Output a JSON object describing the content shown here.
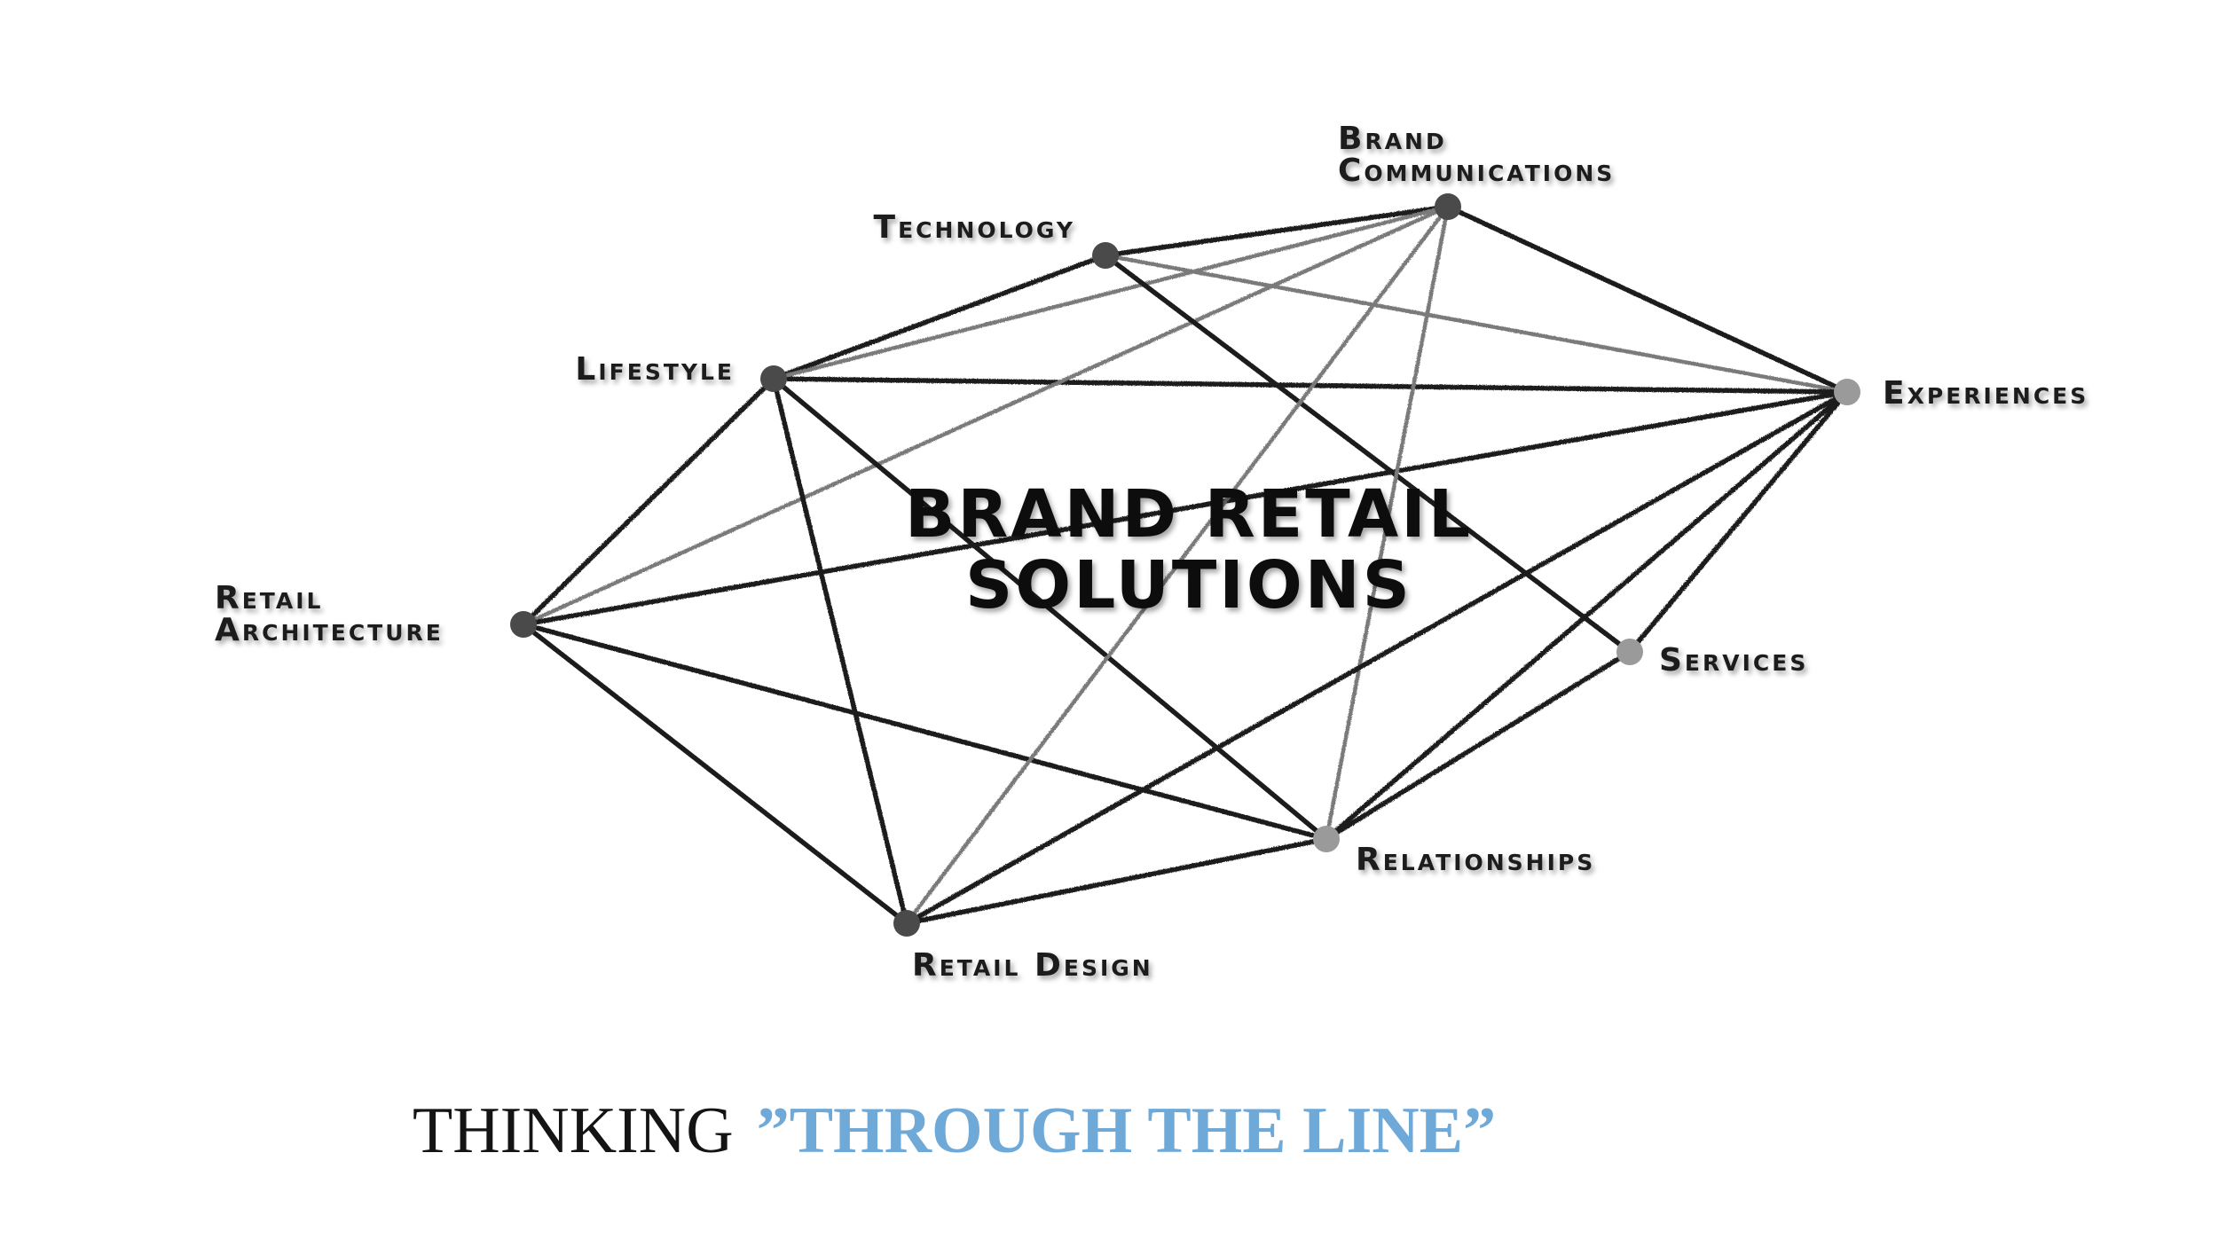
{
  "diagram": {
    "title_lines": [
      "BRAND RETAIL",
      "SOLUTIONS"
    ],
    "nodes": [
      {
        "id": "brand-communications",
        "lines": [
          "Brand",
          "Communications"
        ],
        "tone": "dark"
      },
      {
        "id": "technology",
        "lines": [
          "Technology"
        ],
        "tone": "dark"
      },
      {
        "id": "lifestyle",
        "lines": [
          "Lifestyle"
        ],
        "tone": "dark"
      },
      {
        "id": "experiences",
        "lines": [
          "Experiences"
        ],
        "tone": "light"
      },
      {
        "id": "retail-architecture",
        "lines": [
          "Retail",
          "Architecture"
        ],
        "tone": "dark"
      },
      {
        "id": "services",
        "lines": [
          "Services"
        ],
        "tone": "light"
      },
      {
        "id": "relationships",
        "lines": [
          "Relationships"
        ],
        "tone": "light"
      },
      {
        "id": "retail-design",
        "lines": [
          "Retail Design"
        ],
        "tone": "dark"
      }
    ],
    "edges": [
      [
        "technology",
        "brand-communications",
        "dark"
      ],
      [
        "brand-communications",
        "experiences",
        "dark"
      ],
      [
        "technology",
        "experiences",
        "gray"
      ],
      [
        "lifestyle",
        "technology",
        "dark"
      ],
      [
        "lifestyle",
        "experiences",
        "dark"
      ],
      [
        "retail-architecture",
        "brand-communications",
        "gray"
      ],
      [
        "lifestyle",
        "brand-communications",
        "gray"
      ],
      [
        "technology",
        "services",
        "dark"
      ],
      [
        "retail-architecture",
        "lifestyle",
        "dark"
      ],
      [
        "lifestyle",
        "retail-design",
        "dark"
      ],
      [
        "lifestyle",
        "relationships",
        "dark"
      ],
      [
        "retail-architecture",
        "experiences",
        "dark"
      ],
      [
        "retail-architecture",
        "relationships",
        "dark"
      ],
      [
        "retail-architecture",
        "retail-design",
        "dark"
      ],
      [
        "retail-design",
        "brand-communications",
        "gray"
      ],
      [
        "relationships",
        "brand-communications",
        "gray"
      ],
      [
        "retail-design",
        "experiences",
        "dark"
      ],
      [
        "retail-design",
        "relationships",
        "dark"
      ],
      [
        "relationships",
        "experiences",
        "dark"
      ],
      [
        "relationships",
        "services",
        "dark"
      ],
      [
        "services",
        "experiences",
        "dark"
      ]
    ],
    "colors": {
      "edge_dark": "#1c1c1c",
      "edge_gray": "#7a7a7a",
      "node_dark": "#4a4a4a",
      "node_light": "#9a9a9a",
      "accent_blue": "#6fa9d8"
    }
  },
  "tagline": {
    "lead": "THINKING",
    "accent": "”THROUGH THE LINE”"
  }
}
